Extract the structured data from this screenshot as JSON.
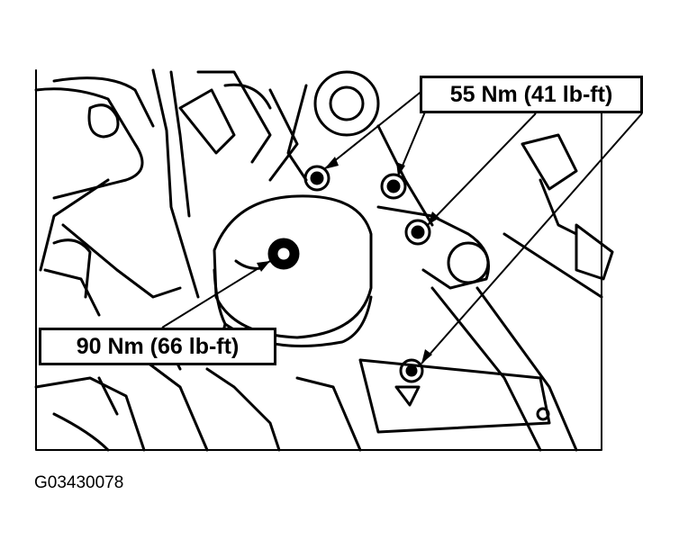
{
  "callouts": {
    "upper_torque": "55 Nm (41 lb-ft)",
    "lower_torque": "90 Nm (66 lb-ft)"
  },
  "figure_id": "G03430078",
  "colors": {
    "line": "#000000",
    "background": "#ffffff"
  }
}
